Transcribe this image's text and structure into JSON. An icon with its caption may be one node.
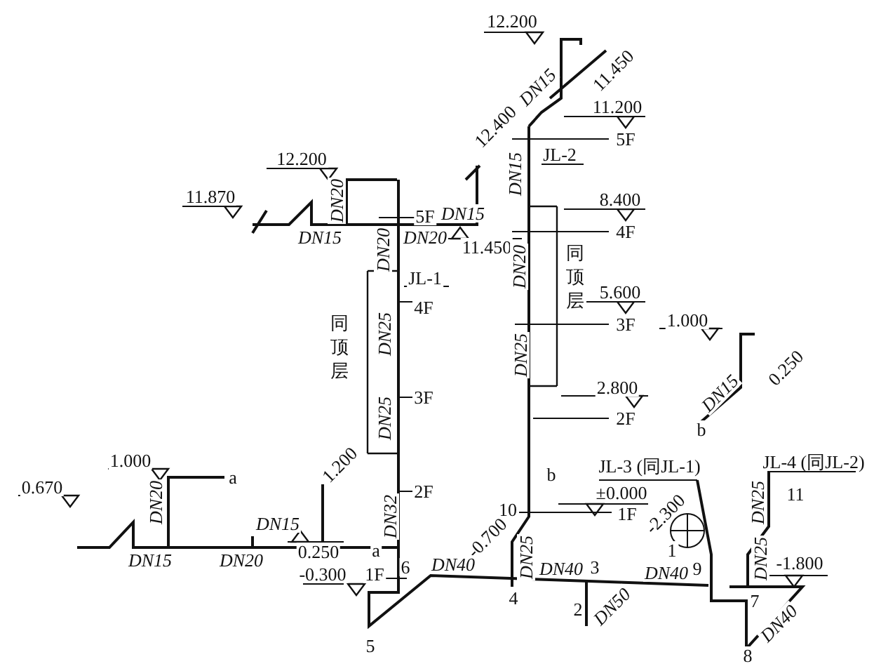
{
  "diagram": {
    "labels": [
      "12.200",
      "DN15",
      "11.450",
      "12.400",
      "11.200",
      "5F",
      "JL-2",
      "12.200",
      "DN15",
      "11.870",
      "DN20",
      "DN15",
      "8.400",
      "5F",
      "DN15",
      "DN20",
      "11.450",
      "4F",
      "DN20",
      "同顶层",
      "DN20",
      "JL-1",
      "4F",
      "5.600",
      "1.000",
      "3F",
      "同顶层",
      "DN25",
      "DN25",
      "0.250",
      "DN15",
      "3F",
      "DN25",
      "2.800",
      "2F",
      "b",
      "JL-4 (同JL-2)",
      "1.000",
      "JL-3 (同JL-1)",
      "0.670",
      "DN20",
      "a",
      "1.200",
      "b",
      "11",
      "DN25",
      "2F",
      "DN32",
      "±0.000",
      "10",
      "1F",
      "-2.300",
      "-0.700",
      "DN15",
      "DN20",
      "DN15",
      "a",
      "0.250",
      "DN25",
      "1",
      "DN40",
      "-0.300",
      "1F",
      "6",
      "DN40",
      "3",
      "DN40",
      "9",
      "DN25",
      "-1.800",
      "7",
      "4",
      "2",
      "DN50",
      "DN40",
      "5",
      "8"
    ]
  }
}
